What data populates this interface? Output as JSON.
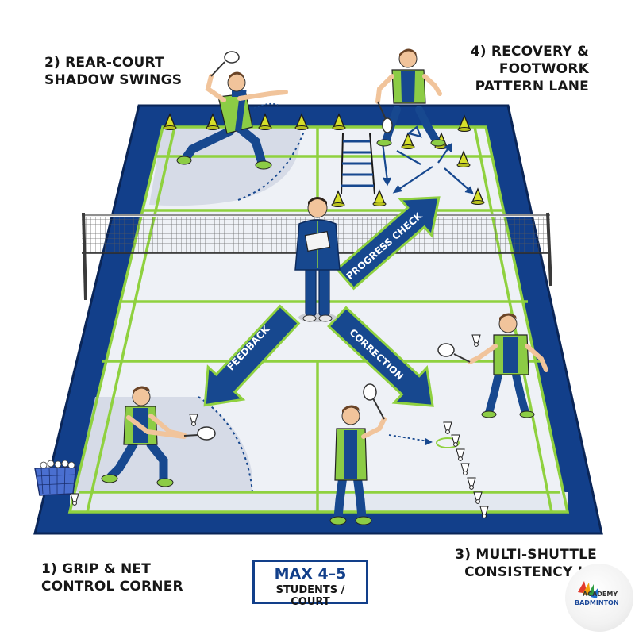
{
  "zones": {
    "grip_net": "1) GRIP & NET\nCONTROL CORNER",
    "rear_court": "2) REAR-COURT\nSHADOW SWINGS",
    "multi_shuttle": "3) MULTI-SHUTTLE\nCONSISTENCY LA",
    "recovery": "4) RECOVERY &\nFOOTWORK\nPATTERN LANE"
  },
  "arrows": {
    "progress": "PROGRESS CHECK",
    "feedback": "FEEDBACK",
    "correction": "CORRECTION"
  },
  "capacity": {
    "max": "MAX 4–5",
    "unit": "STUDENTS / COURT"
  },
  "logo": {
    "line1": "ACADEMY",
    "line2": "BADMINTON"
  },
  "colors": {
    "court_blue": "#123f8a",
    "court_floor": "#eef1f6",
    "line_green": "#8fd13f",
    "arrow_blue": "#17488f",
    "shirt_green": "#8ccc45",
    "cone_yellow": "#d6df2a"
  }
}
